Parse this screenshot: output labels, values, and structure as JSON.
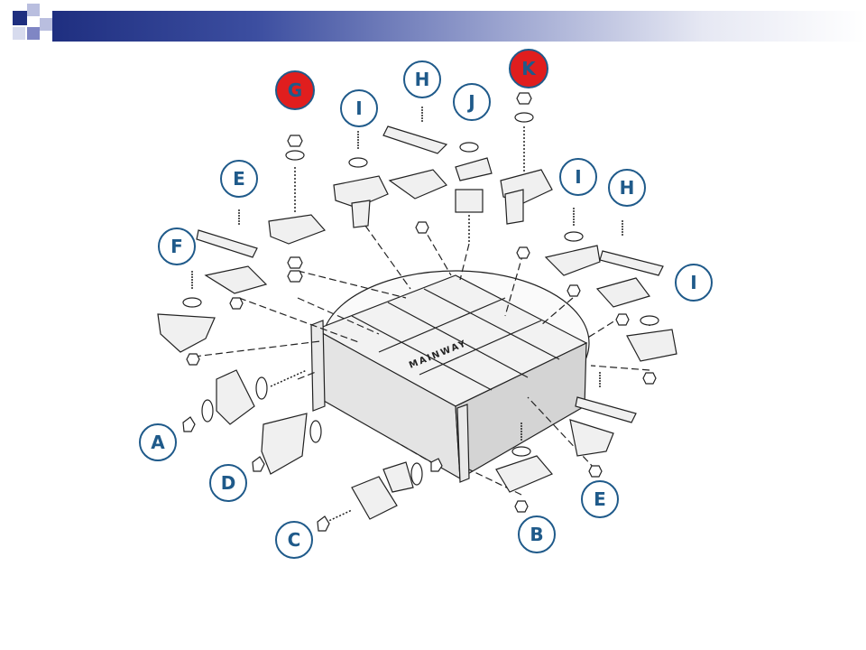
{
  "slide": {
    "accent_dark": "#1f2f80",
    "accent_mid": "#7f86c4",
    "label_color": "#1f5a8a",
    "highlight_color": "#e01e1e"
  },
  "diagram": {
    "tray_text": "MAINWAY",
    "labels": {
      "G": "G",
      "I_top": "I",
      "H_top": "H",
      "J": "J",
      "K": "K",
      "E_left": "E",
      "F": "F",
      "I_right1": "I",
      "H_right": "H",
      "I_right2": "I",
      "A": "A",
      "D": "D",
      "C": "C",
      "B": "B",
      "E_right": "E"
    }
  }
}
